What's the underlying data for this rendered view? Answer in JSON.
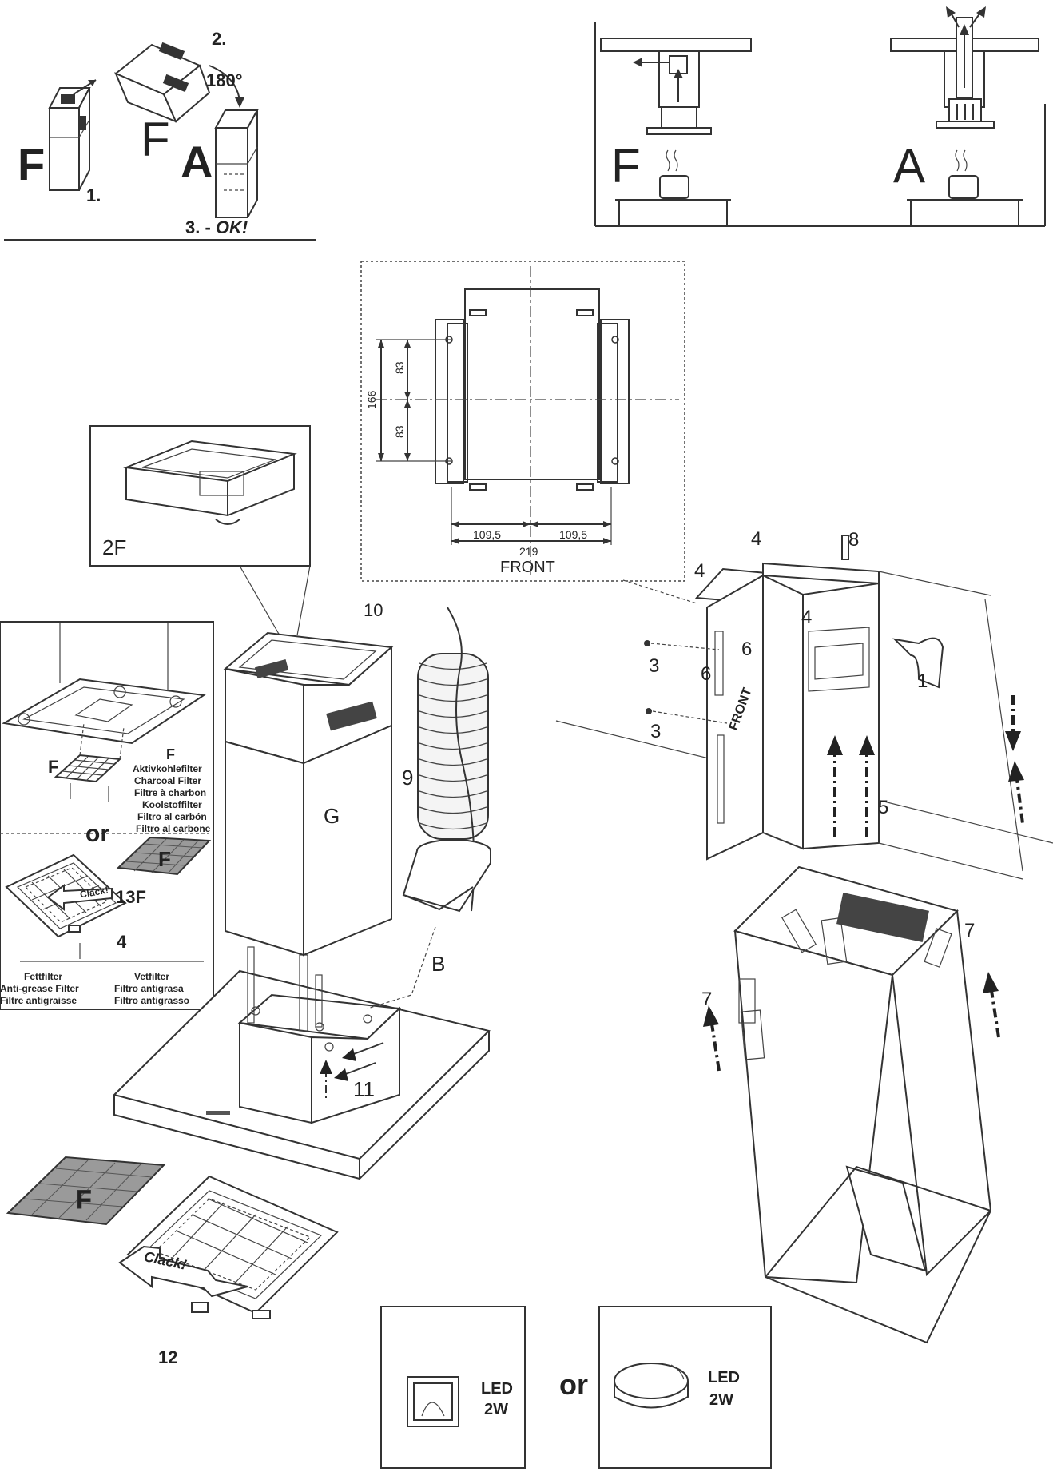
{
  "conversion": {
    "step1": "1.",
    "step2": "2.",
    "step3": "3. -",
    "step3_ok": "OK!",
    "angle": "180°",
    "mode_f": "F",
    "mode_a": "A"
  },
  "modes": {
    "filter": "F",
    "aspiration": "A"
  },
  "template": {
    "dim_166": "166",
    "dim_83_top": "83",
    "dim_83_bottom": "83",
    "dim_1095_left": "109,5",
    "dim_1095_right": "109,5",
    "dim_219": "219",
    "front": "FRONT"
  },
  "parts": {
    "p2F": "2F",
    "p10": "10",
    "p9": "9",
    "pG": "G",
    "pB": "B",
    "p11": "11",
    "p12": "12",
    "p13F": "13F",
    "p4_filter": "4",
    "p1": "1",
    "p3a": "3",
    "p3b": "3",
    "p4a": "4",
    "p4b": "4",
    "p4c": "4",
    "p5": "5",
    "p6a": "6",
    "p6b": "6",
    "p7a": "7",
    "p7b": "7",
    "p8": "8",
    "front_label": "FRONT"
  },
  "filters": {
    "f_label": "F",
    "f_heading": "F",
    "charcoal_names": [
      "Aktivkohlefilter",
      "Charcoal Filter",
      "Filtre à charbon",
      "Koolstoffilter",
      "Filtro al carbón",
      "Filtro al carbone"
    ],
    "or": "or",
    "clack": "Clack!",
    "panel_f": "F",
    "grease_col1": [
      "Fettfilter",
      "Anti-grease Filter",
      "Filtre antigraisse"
    ],
    "grease_col2": [
      "Vetfilter",
      "Filtro antigrasa",
      "Filtro antigrasso"
    ]
  },
  "bottom_filter": {
    "f_label": "F",
    "clack": "Clack!"
  },
  "led": {
    "option1_line1": "LED",
    "option1_line2": "2W",
    "or": "or",
    "option2_line1": "LED",
    "option2_line2": "2W"
  }
}
